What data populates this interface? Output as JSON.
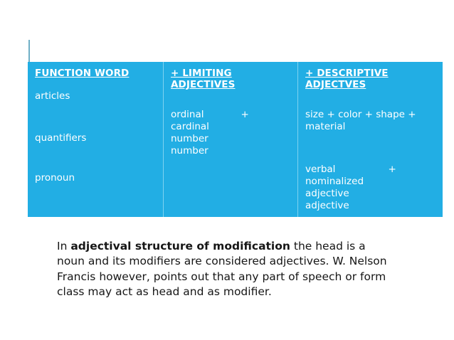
{
  "slide": {
    "background_color": "#ffffff",
    "accent_color": "#22AEE4",
    "divider_color": "#7FD2F0",
    "text_on_accent_color": "#ffffff",
    "body_text_color": "#161616",
    "caret_color": "#6FAFC6"
  },
  "table": {
    "columns": [
      {
        "header": "FUNCTION WORD",
        "rows": [
          "articles",
          "quantifiers",
          "pronoun"
        ]
      },
      {
        "header": "+ LIMITING ADJECTIVES",
        "rows": [
          "ordinal",
          "cardinal",
          "number",
          "number"
        ],
        "plus_marker": "+"
      },
      {
        "header": "+ DESCRIPTIVE ADJECTVES",
        "rows": [
          "size + color + shape + material",
          "verbal",
          "nominalized",
          "adjective",
          "adjective"
        ],
        "plus_marker": "+"
      }
    ]
  },
  "body": {
    "lead_in": "In ",
    "bold_phrase": "adjectival structure of modification",
    "rest": " the head is a noun and its modifiers are considered adjectives. W. Nelson Francis however, points out that any part of speech or form class may act as head and as modifier."
  }
}
